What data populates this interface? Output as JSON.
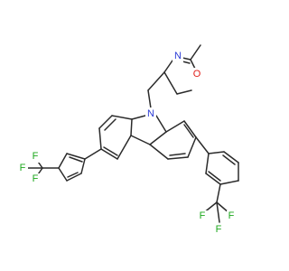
{
  "molecule": {
    "atoms": {
      "N_ring": {
        "text": "N",
        "color": "#2b3bd6"
      },
      "O_ring": {
        "text": "O",
        "color": "#e0201b"
      },
      "N_carbazole": {
        "text": "N",
        "color": "#2b3bd6"
      },
      "F1a": {
        "text": "F",
        "color": "#1da81d"
      },
      "F1b": {
        "text": "F",
        "color": "#1da81d"
      },
      "F1c": {
        "text": "F",
        "color": "#1da81d"
      },
      "F2a": {
        "text": "F",
        "color": "#1da81d"
      },
      "F2b": {
        "text": "F",
        "color": "#1da81d"
      },
      "F2c": {
        "text": "F",
        "color": "#1da81d"
      }
    }
  }
}
